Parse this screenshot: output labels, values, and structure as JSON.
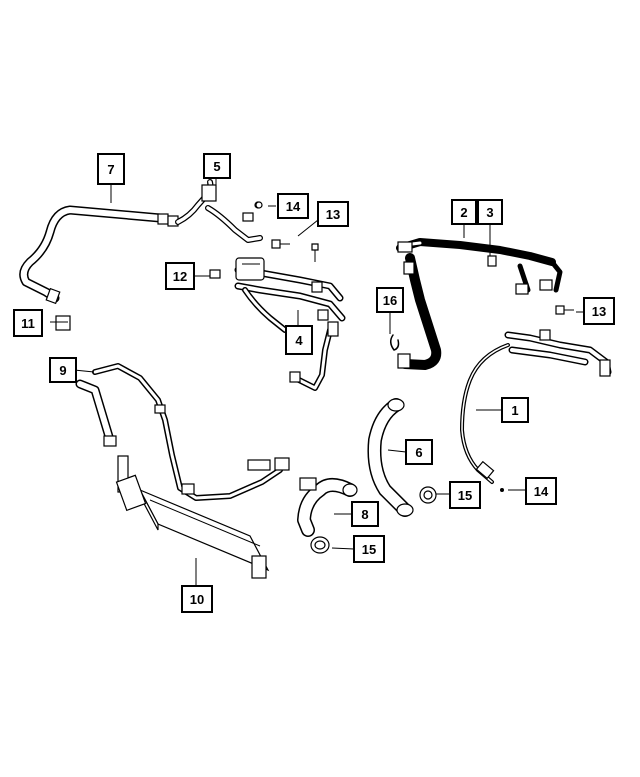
{
  "diagram": {
    "callouts": [
      {
        "id": "c7",
        "label": "7"
      },
      {
        "id": "c5",
        "label": "5"
      },
      {
        "id": "c14a",
        "label": "14"
      },
      {
        "id": "c13a",
        "label": "13"
      },
      {
        "id": "c2",
        "label": "2"
      },
      {
        "id": "c3",
        "label": "3"
      },
      {
        "id": "c12",
        "label": "12"
      },
      {
        "id": "c16",
        "label": "16"
      },
      {
        "id": "c13b",
        "label": "13"
      },
      {
        "id": "c11",
        "label": "11"
      },
      {
        "id": "c4",
        "label": "4"
      },
      {
        "id": "c9",
        "label": "9"
      },
      {
        "id": "c1",
        "label": "1"
      },
      {
        "id": "c6",
        "label": "6"
      },
      {
        "id": "c15a",
        "label": "15"
      },
      {
        "id": "c14b",
        "label": "14"
      },
      {
        "id": "c8",
        "label": "8"
      },
      {
        "id": "c15b",
        "label": "15"
      },
      {
        "id": "c10",
        "label": "10"
      }
    ]
  }
}
